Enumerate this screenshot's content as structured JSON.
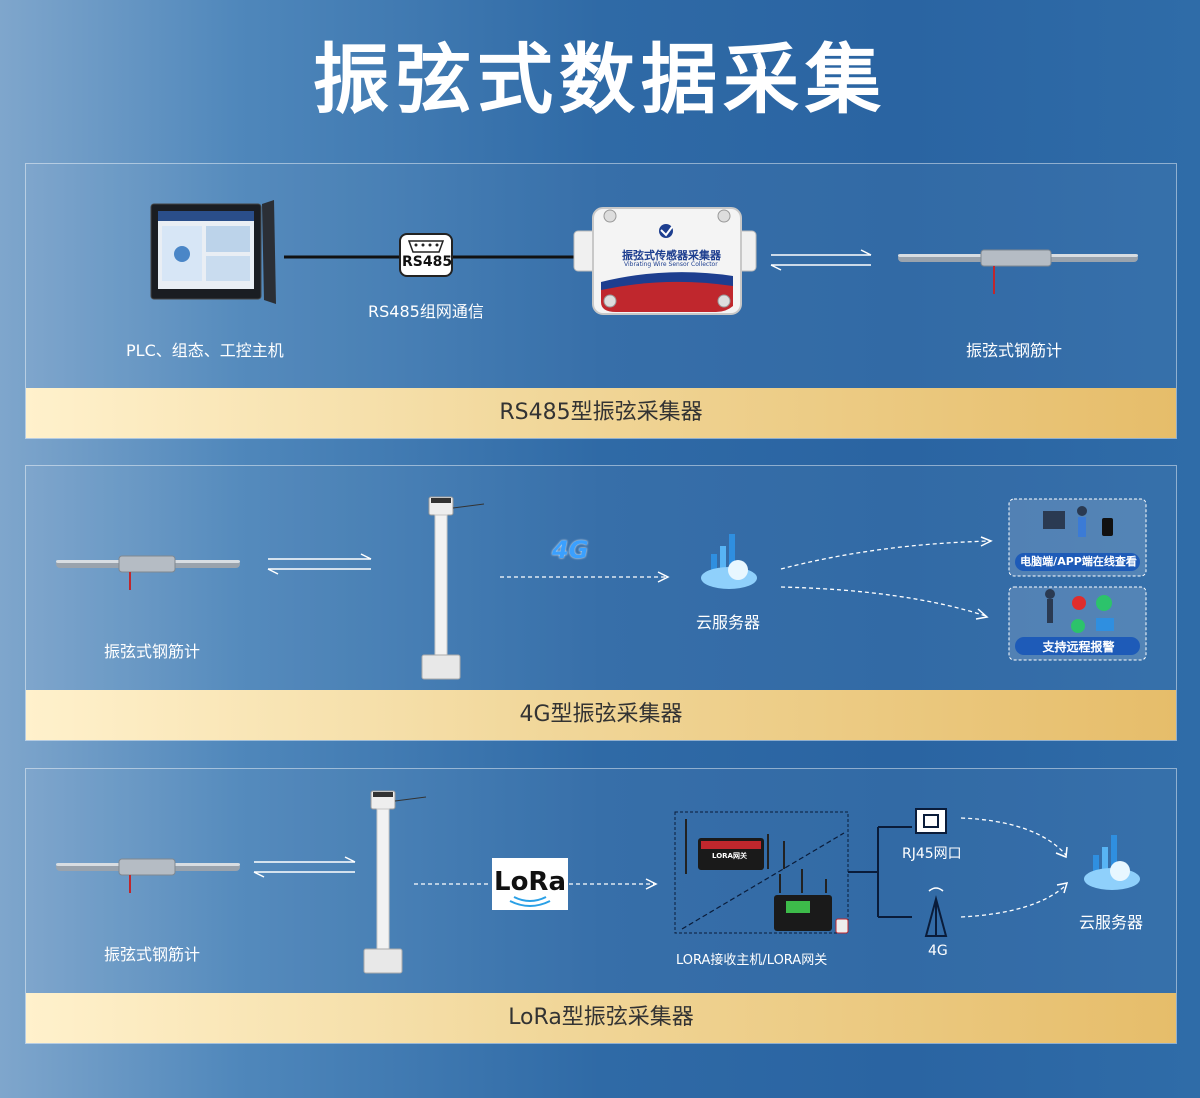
{
  "title": "振弦式数据采集",
  "panel1": {
    "host_label": "PLC、组态、工控主机",
    "rs485_badge": "RS485",
    "comm_label": "RS485组网通信",
    "collector_title": "振弦式传感器采集器",
    "collector_subtitle": "Vibrating Wire Sensor Collector",
    "sensor_label": "振弦式钢筋计",
    "band": "RS485型振弦采集器"
  },
  "panel2": {
    "sensor_label": "振弦式钢筋计",
    "network_badge": "4G",
    "cloud_label": "云服务器",
    "view_label": "电脑端/APP端在线查看",
    "alarm_label": "支持远程报警",
    "band": "4G型振弦采集器"
  },
  "panel3": {
    "sensor_label": "振弦式钢筋计",
    "lora_badge": "LoRa",
    "gateway_label": "LORA接收主机/LORA网关",
    "device_tag": "LORA网关",
    "rj45_label": "RJ45网口",
    "g4_label": "4G",
    "cloud_label": "云服务器",
    "band": "LoRa型振弦采集器"
  },
  "colors": {
    "band_start": "#fff1cc",
    "band_end": "#e6bd6a",
    "accent_red": "#c0272d",
    "accent_blue": "#1e5bb8"
  }
}
